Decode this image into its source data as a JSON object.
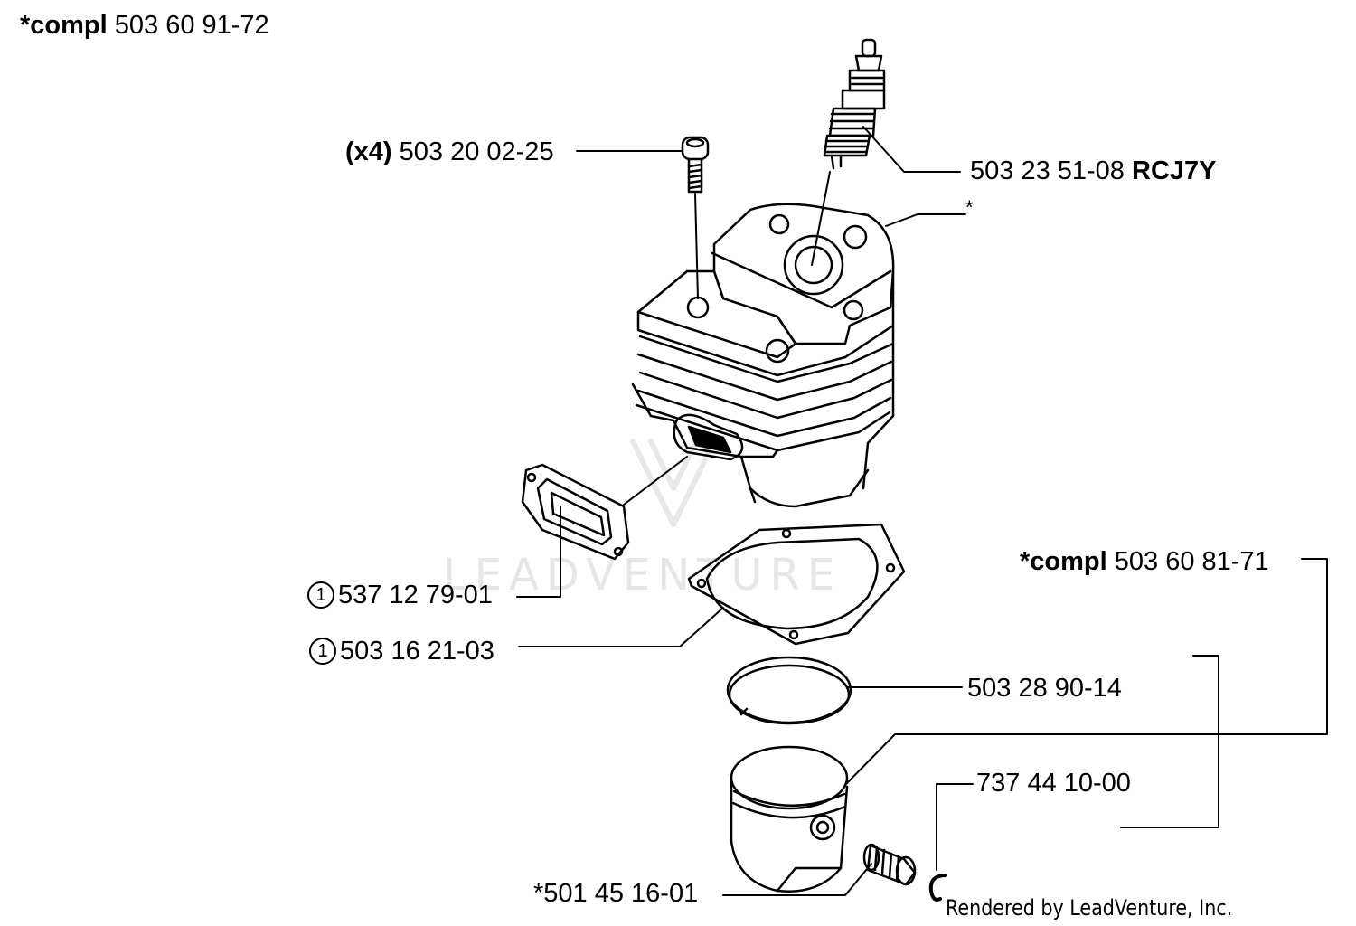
{
  "title": {
    "prefix": "*compl",
    "number": "503 60 91-72"
  },
  "callouts": {
    "screw": {
      "qty": "(x4)",
      "number": "503 20 02-25"
    },
    "spark_plug": {
      "number": "503 23 51-08",
      "code": "RCJ7Y"
    },
    "cylinder": {
      "mark": "*"
    },
    "muffler_gasket": {
      "circle": "1",
      "number": "537 12 79-01"
    },
    "cylinder_gasket": {
      "circle": "1",
      "number": "503 16 21-03"
    },
    "piston_assembly": {
      "prefix": "*compl",
      "number": "503 60 81-71"
    },
    "piston_ring": {
      "number": "503 28 90-14"
    },
    "needle_bearing": {
      "number": "737 44 10-00"
    },
    "piston_pin": {
      "number": "*501 45 16-01"
    }
  },
  "watermark": {
    "text": "LEADVENTURE"
  },
  "credit": {
    "text": "Rendered by LeadVenture, Inc."
  }
}
